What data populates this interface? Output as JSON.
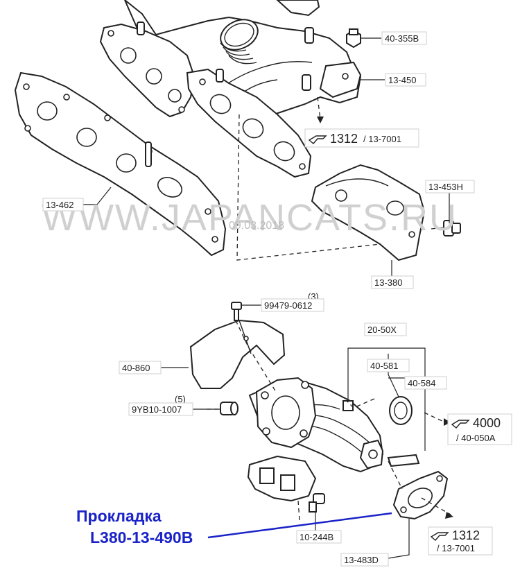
{
  "watermark": {
    "site": "WWW.JAPANCATS.RU",
    "date": "09.03.2018"
  },
  "labels": {
    "p40_355B": "40-355B",
    "p13_450": "13-450",
    "p13_462": "13-462",
    "p13_453H": "13-453H",
    "p13_380": "13-380",
    "p99479": "99479-0612",
    "p40_860": "40-860",
    "p9YB10": "9YB10-1007",
    "p20_50X": "20-50X",
    "p40_581": "40-581",
    "p40_584": "40-584",
    "p10_244B": "10-244B",
    "p13_483D": "13-483D"
  },
  "qty": {
    "q3": "(3)",
    "q5": "(5)"
  },
  "refs": {
    "r1": {
      "big": "1312",
      "small": "/ 13-7001"
    },
    "r2": {
      "big": "4000",
      "small": "/ 40-050A"
    },
    "r3": {
      "big": "1312",
      "small": "/ 13-7001"
    }
  },
  "annotation": {
    "line1": "Прокладка",
    "line2": "L380-13-490B"
  },
  "colors": {
    "annotation": "#1a23c8",
    "watermark": "#d0d0d0",
    "ink": "#222222"
  }
}
